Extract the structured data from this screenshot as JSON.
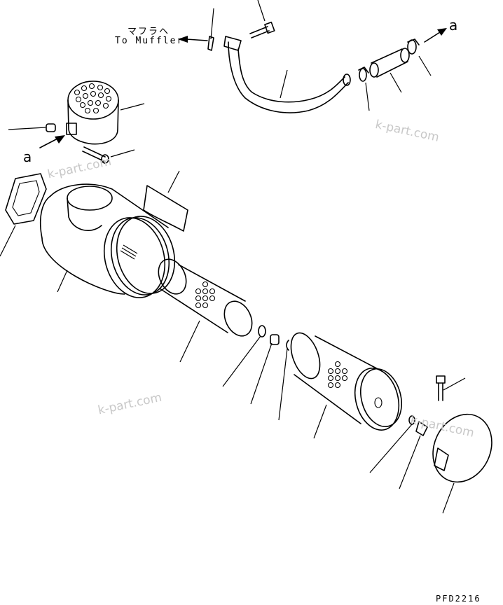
{
  "labels": {
    "muffler_jp": "マフラヘ",
    "muffler_en": "To Muffler",
    "ref_a_left": "a",
    "ref_a_right": "a",
    "drawing_code": "PFD2216"
  },
  "watermarks": [
    "k-part.com",
    "k-part.com",
    "k-part.com",
    "k-part.com"
  ],
  "colors": {
    "line": "#000000",
    "watermark": "#c8c8c8",
    "background": "#ffffff"
  }
}
